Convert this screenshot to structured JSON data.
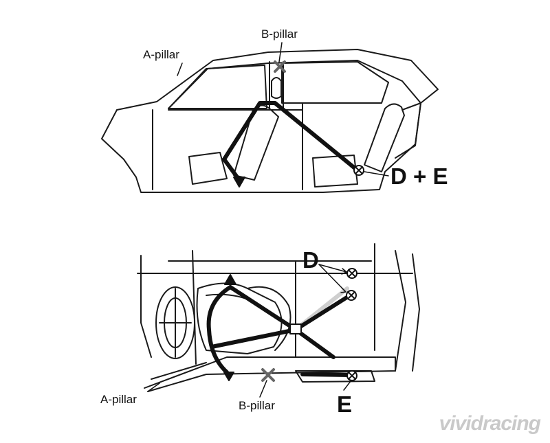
{
  "labels": {
    "top_a_pillar": "A-pillar",
    "top_b_pillar": "B-pillar",
    "top_d_e": "D + E",
    "bottom_d": "D",
    "bottom_a_pillar": "A-pillar",
    "bottom_b_pillar": "B-pillar",
    "bottom_e": "E"
  },
  "watermark": "vividracing",
  "colors": {
    "line": "#1a1a1a",
    "bar": "#111111",
    "watermark": "#c9c9c9"
  }
}
